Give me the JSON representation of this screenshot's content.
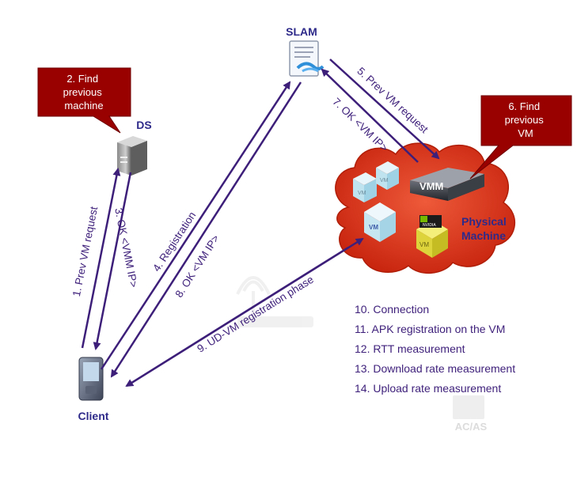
{
  "nodes": {
    "slam": "SLAM",
    "ds": "DS",
    "client": "Client",
    "vmm": "VMM",
    "physical_machine": [
      "Physical",
      "Machine"
    ],
    "acas": "AC/AS",
    "vm_label": "VM",
    "gpu_label": "NVIDIA"
  },
  "callouts": {
    "ds": [
      "2. Find",
      "previous",
      "machine"
    ],
    "vmm": [
      "6. Find",
      "previous",
      "VM"
    ]
  },
  "arrows": {
    "a1": "1. Prev VM request",
    "a3": "3. OK <VMM IP>",
    "a4": "4. Registration",
    "a5": "5. Prev VM request",
    "a7": "7. OK <VM IP>",
    "a8": "8. OK <VM IP>",
    "a9": "9. UD-VM registration phase"
  },
  "steps": [
    "10. Connection",
    "11. APK registration on the VM",
    "12. RTT measurement",
    "13. Download rate measurement",
    "14. Upload rate measurement"
  ],
  "colors": {
    "arrow": "#3d1f7a",
    "title": "#2e2a8a",
    "callout": "#990000",
    "cloud": "#d8341c"
  }
}
